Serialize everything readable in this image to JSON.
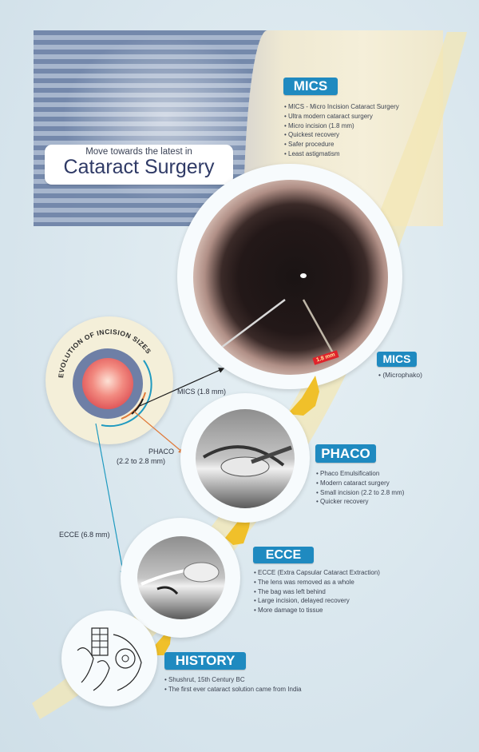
{
  "header": {
    "subtitle": "Move towards the latest in",
    "title": "Cataract Surgery"
  },
  "mics_top": {
    "badge": "MICS",
    "bullets": [
      "MICS - Micro Incision Cataract Surgery",
      "Ultra modern cataract surgery",
      "Micro incision (1.8 mm)",
      "Quickest recovery",
      "Safer procedure",
      "Least astigmatism"
    ]
  },
  "eye_photo": {
    "measure_tag": "1.8 mm"
  },
  "mics_side": {
    "badge": "MICS",
    "bullets": [
      "(Microphako)"
    ]
  },
  "incision_diagram": {
    "title": "EVOLUTION OF INCISION SIZES",
    "colors": {
      "mics": "#1b1b1b",
      "phaco": "#e07a3a",
      "ecce": "#1f9ac0",
      "ring": "#6e7fa6",
      "core": "#ef6a6a"
    }
  },
  "callouts": {
    "mics": "MICS (1.8 mm)",
    "phaco_line1": "PHACO",
    "phaco_line2": "(2.2 to 2.8 mm)",
    "ecce": "ECCE (6.8 mm)"
  },
  "phaco": {
    "badge": "PHACO",
    "bullets": [
      "Phaco Emulsification",
      "Modern cataract surgery",
      "Small incision (2.2 to 2.8 mm)",
      "Quicker recovery"
    ]
  },
  "ecce": {
    "badge": "ECCE",
    "bullets": [
      "ECCE (Extra Capsular Cataract Extraction)",
      "The lens was removed as a whole",
      "The bag was left behind",
      "Large incision, delayed recovery",
      "More damage to tissue"
    ]
  },
  "history": {
    "badge": "HISTORY",
    "bullets": [
      "Shushrut, 15th Century BC",
      "The first ever cataract solution came from India"
    ]
  },
  "colors": {
    "badge_blue": "#1f8ac0",
    "arrow_yellow": "#f0c02a",
    "background": "#dde9ef",
    "title_navy": "#2f3a66"
  }
}
